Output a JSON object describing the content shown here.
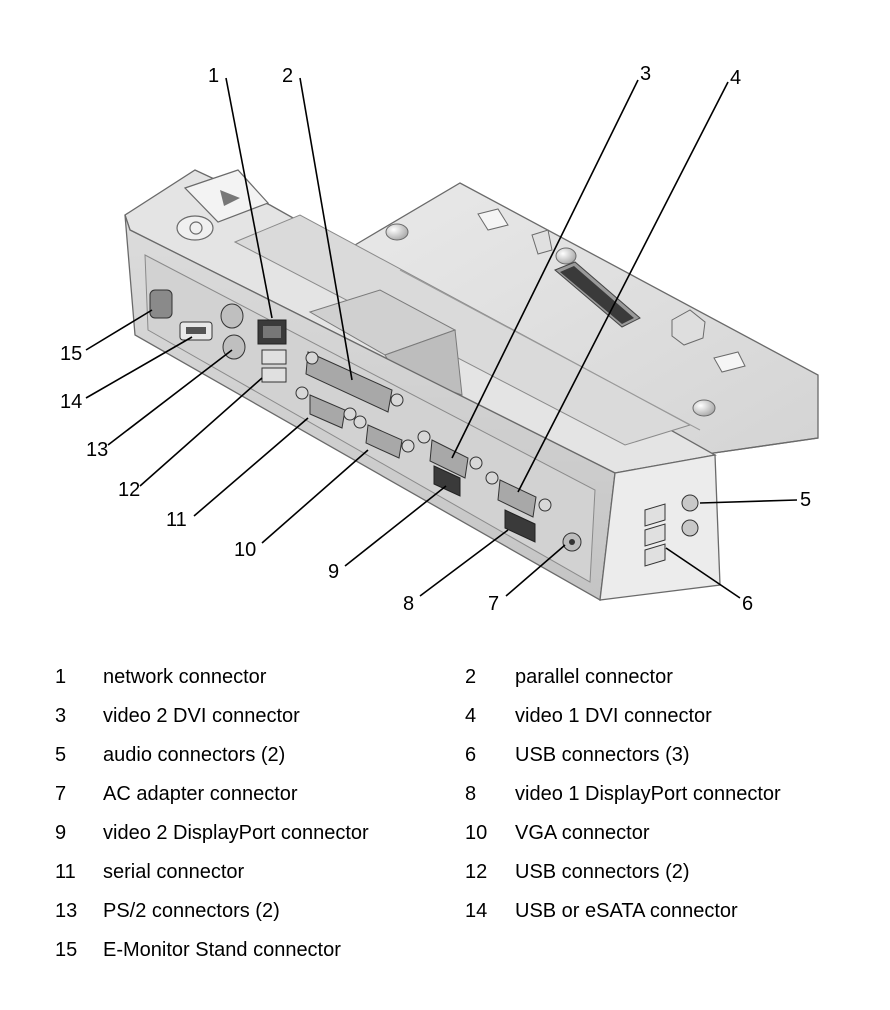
{
  "callouts": [
    {
      "n": "1"
    },
    {
      "n": "2"
    },
    {
      "n": "3"
    },
    {
      "n": "4"
    },
    {
      "n": "5"
    },
    {
      "n": "6"
    },
    {
      "n": "7"
    },
    {
      "n": "8"
    },
    {
      "n": "9"
    },
    {
      "n": "10"
    },
    {
      "n": "11"
    },
    {
      "n": "12"
    },
    {
      "n": "13"
    },
    {
      "n": "14"
    },
    {
      "n": "15"
    }
  ],
  "legend": [
    {
      "left_num": "1",
      "left_label": "network connector",
      "right_num": "2",
      "right_label": "parallel connector"
    },
    {
      "left_num": "3",
      "left_label": "video 2 DVI connector",
      "right_num": "4",
      "right_label": "video 1 DVI connector"
    },
    {
      "left_num": "5",
      "left_label": "audio connectors (2)",
      "right_num": "6",
      "right_label": "USB connectors (3)"
    },
    {
      "left_num": "7",
      "left_label": "AC adapter connector",
      "right_num": "8",
      "right_label": "video 1 DisplayPort connector"
    },
    {
      "left_num": "9",
      "left_label": "video 2 DisplayPort connector",
      "right_num": "10",
      "right_label": "VGA connector"
    },
    {
      "left_num": "11",
      "left_label": "serial connector",
      "right_num": "12",
      "right_label": "USB connectors (2)"
    },
    {
      "left_num": "13",
      "left_label": "PS/2 connectors (2)",
      "right_num": "14",
      "right_label": "USB or eSATA connector"
    },
    {
      "left_num": "15",
      "left_label": "E-Monitor Stand connector",
      "right_num": "",
      "right_label": ""
    }
  ]
}
